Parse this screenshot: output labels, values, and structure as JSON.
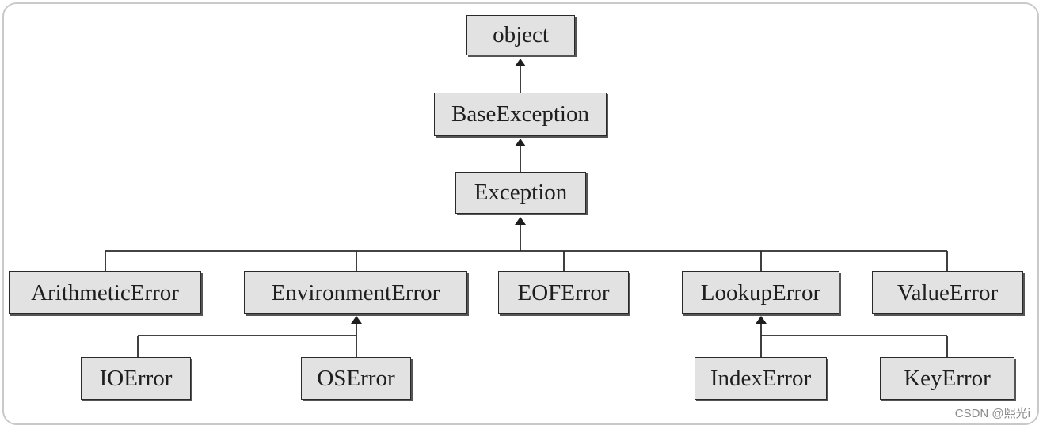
{
  "diagram": {
    "nodes": {
      "object": "object",
      "base_exception": "BaseException",
      "exception": "Exception",
      "arithmetic_error": "ArithmeticError",
      "environment_error": "EnvironmentError",
      "eof_error": "EOFError",
      "lookup_error": "LookupError",
      "value_error": "ValueError",
      "io_error": "IOError",
      "os_error": "OSError",
      "index_error": "IndexError",
      "key_error": "KeyError"
    },
    "edges": [
      {
        "from": "base_exception",
        "to": "object"
      },
      {
        "from": "exception",
        "to": "base_exception"
      },
      {
        "from": "arithmetic_error",
        "to": "exception"
      },
      {
        "from": "environment_error",
        "to": "exception"
      },
      {
        "from": "eof_error",
        "to": "exception"
      },
      {
        "from": "lookup_error",
        "to": "exception"
      },
      {
        "from": "value_error",
        "to": "exception"
      },
      {
        "from": "io_error",
        "to": "environment_error"
      },
      {
        "from": "os_error",
        "to": "environment_error"
      },
      {
        "from": "index_error",
        "to": "lookup_error"
      },
      {
        "from": "key_error",
        "to": "lookup_error"
      }
    ]
  },
  "watermark": "CSDN @熙光i"
}
